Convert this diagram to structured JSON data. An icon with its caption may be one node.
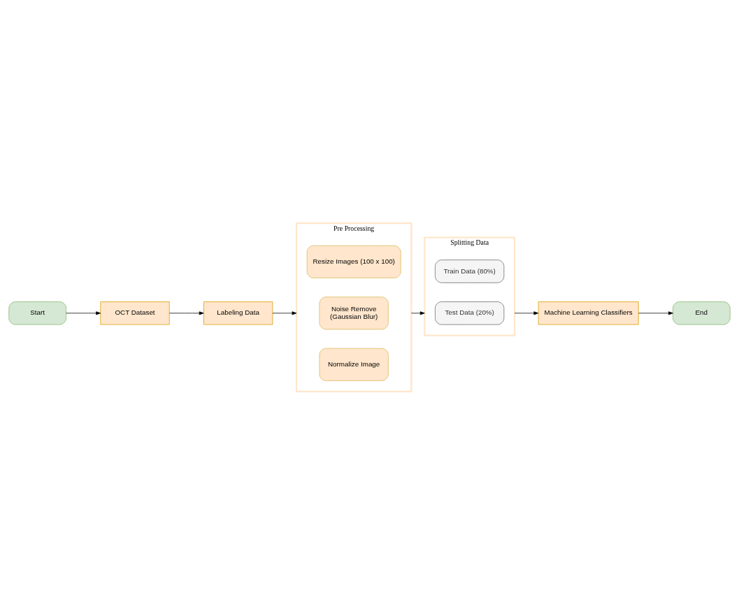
{
  "diagram": {
    "nodes": [
      {
        "text": [
          "Start"
        ]
      },
      {
        "text": [
          "OCT Dataset"
        ]
      },
      {
        "text": [
          "Labeling Data"
        ]
      },
      {
        "text": [
          "Pre Processing"
        ]
      },
      {
        "text": [
          "Resize Images (100 x 100)"
        ],
        "in": 3
      },
      {
        "text": [
          "Noise Remove",
          "(Gaussian Blur)"
        ],
        "in": 3
      },
      {
        "text": [
          "Normalize Image"
        ],
        "in": 3
      },
      {
        "text": [
          "Splitting Data"
        ]
      },
      {
        "text": [
          "Train Data (80%)"
        ],
        "in": 7
      },
      {
        "text": [
          "Test Data (20%)"
        ],
        "in": 7
      },
      {
        "text": [
          "Machine Learning Classifiers"
        ]
      },
      {
        "text": [
          "End"
        ]
      }
    ],
    "edges": [
      {
        "from": 0,
        "to": 1,
        "arrow": "to"
      },
      {
        "from": 1,
        "to": 2,
        "arrow": "to"
      },
      {
        "from": 2,
        "to": 3,
        "arrow": "to"
      },
      {
        "from": 3,
        "to": 7,
        "arrow": "to"
      },
      {
        "from": 7,
        "to": 10,
        "arrow": "to"
      },
      {
        "from": 10,
        "to": 11,
        "arrow": "to"
      }
    ]
  }
}
